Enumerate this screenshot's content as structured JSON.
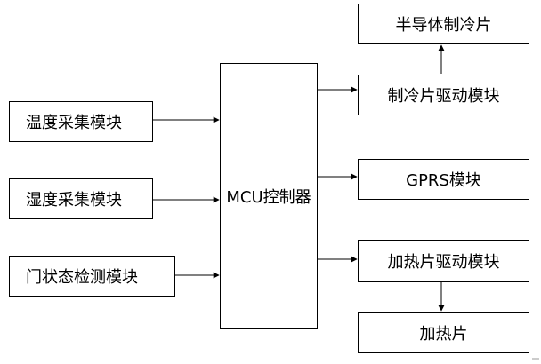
{
  "diagram": {
    "inputs": [
      {
        "id": "temp",
        "label": "温度采集模块"
      },
      {
        "id": "humidity",
        "label": "湿度采集模块"
      },
      {
        "id": "door",
        "label": "门状态检测模块"
      }
    ],
    "controller": {
      "label": "MCU控制器"
    },
    "outputs": [
      {
        "id": "peltier-driver",
        "label": "制冷片驱动模块"
      },
      {
        "id": "gprs",
        "label": "GPRS模块"
      },
      {
        "id": "heater-driver",
        "label": "加热片驱动模块"
      }
    ],
    "actuators": [
      {
        "id": "peltier",
        "label": "半导体制冷片"
      },
      {
        "id": "heater",
        "label": "加热片"
      }
    ],
    "colors": {
      "stroke": "#000000",
      "background": "#ffffff"
    }
  }
}
